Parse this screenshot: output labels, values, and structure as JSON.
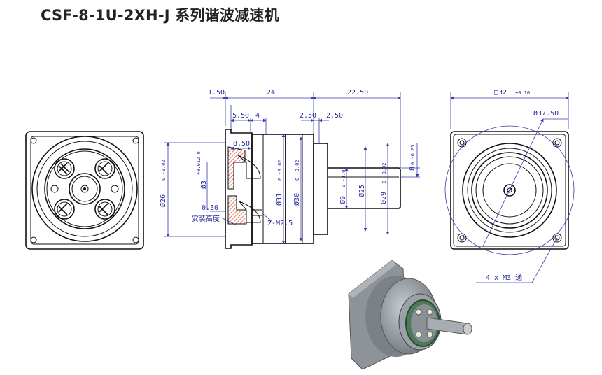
{
  "title": "CSF-8-1U-2XH-J 系列谐波减速机",
  "colors": {
    "outline": "#111111",
    "dimension": "#3a3ab0",
    "section_fill": "#d64b2a"
  },
  "dimensions": {
    "top_1_50": "1.50",
    "top_24": "24",
    "top_22_50": "22.50",
    "d_5_50": "5.50",
    "d_4": "4",
    "d_2_50_a": "2.50",
    "d_2_50_b": "2.50",
    "d_8_50": "8.50",
    "d_0_30": "0.30",
    "phi26": "Ø26",
    "phi26_tol": "0 -0.02",
    "phi3": "Ø3",
    "phi3_tol": "+0.012 0",
    "phi31": "Ø31",
    "phi31_tol": "0 -0.02",
    "phi30": "Ø30",
    "phi30_tol": "0 -0.02",
    "phi9": "Ø9",
    "phi9_tol": "0 -0.01",
    "phi25": "Ø25",
    "phi29": "Ø29",
    "phi29_tol": "0 -0.02",
    "d_8": "8",
    "d_8_tol": "0 -0.05",
    "m25": "2-M2.5",
    "square32": "□32",
    "square32_tol": "±0.10",
    "phi37_50": "Ø37.50",
    "holes": "4 x M3 通"
  },
  "notes": {
    "install_height": "安装高度"
  }
}
